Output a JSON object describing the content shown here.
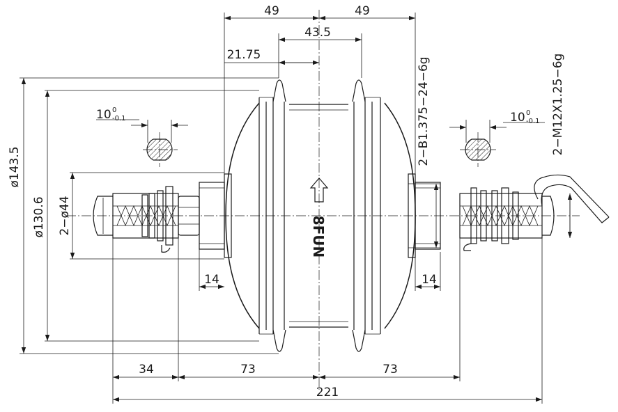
{
  "dimensions": {
    "top_left_49": "49",
    "top_right_49": "49",
    "center_43_5": "43.5",
    "center_21_75": "21.75",
    "left_diam_143_5": "ø143.5",
    "left_diam_130_6": "ø130.6",
    "left_axle_diam": "2−ø44",
    "right_thread_spec": "2−B1.375−24−6g",
    "right_axle_thread": "2−M12X1.25−6g",
    "flat_left": "10",
    "flat_right": "10",
    "tolerance_upper": "0",
    "tolerance_lower": "-0.1",
    "nut_left_14": "14",
    "nut_right_14": "14",
    "bottom_34": "34",
    "bottom_73_left": "73",
    "bottom_73_right": "73",
    "overall_221": "221"
  },
  "hub_marking": "8FUN"
}
